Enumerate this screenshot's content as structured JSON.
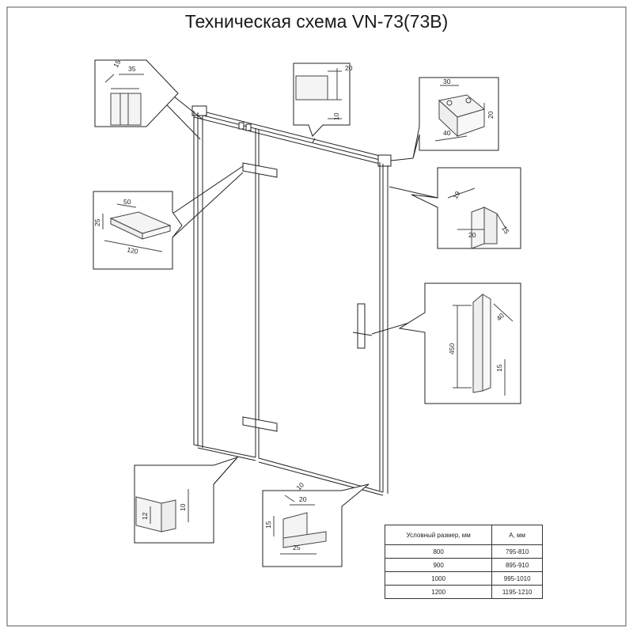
{
  "title": "Техническая схема VN-73(73B)",
  "details": {
    "top_left": {
      "d1": "15",
      "d2": "35"
    },
    "top_mid": {
      "d1": "20",
      "d2": "10"
    },
    "top_right": {
      "d1": "30",
      "d2": "20",
      "d3": "40"
    },
    "hinge": {
      "d1": "50",
      "d2": "25",
      "d3": "120"
    },
    "wall_profile": {
      "d1": "19",
      "d2": "20",
      "d3": "15"
    },
    "handle": {
      "d1": "450",
      "d2": "40",
      "d3": "15"
    },
    "bottom_left": {
      "d1": "10",
      "d2": "12"
    },
    "bottom_mid": {
      "d1": "10",
      "d2": "20",
      "d3": "15",
      "d4": "25"
    }
  },
  "table": {
    "headers": [
      "Условный размер, мм",
      "А, мм"
    ],
    "rows": [
      [
        "800",
        "795-810"
      ],
      [
        "900",
        "895-910"
      ],
      [
        "1000",
        "995-1010"
      ],
      [
        "1200",
        "1195-1210"
      ]
    ]
  }
}
